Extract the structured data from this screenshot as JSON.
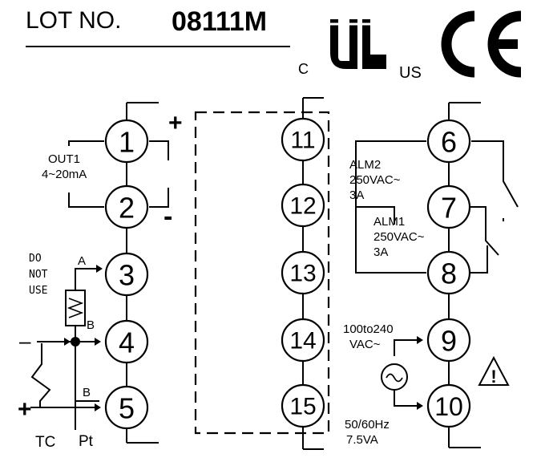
{
  "header": {
    "lot_label": "LOT NO.",
    "lot_number": "08111M",
    "ul_c": "C",
    "ul_us": "US",
    "ce_mark": "CE"
  },
  "terminals": {
    "t1": "1",
    "t2": "2",
    "t3": "3",
    "t4": "4",
    "t5": "5",
    "t6": "6",
    "t7": "7",
    "t8": "8",
    "t9": "9",
    "t10": "10",
    "t11": "11",
    "t12": "12",
    "t13": "13",
    "t14": "14",
    "t15": "15"
  },
  "left": {
    "plus": "+",
    "minus": "-",
    "out1_line1": "OUT1",
    "out1_line2": "4~20mA",
    "do_not_use_1": "DO",
    "do_not_use_2": "NOT",
    "do_not_use_3": "USE",
    "pin_a": "A",
    "pin_b1": "B",
    "pin_b2": "B",
    "tc_minus": "–",
    "tc_plus": "+",
    "tc_label": "TC",
    "pt_label": "Pt"
  },
  "right": {
    "alm2_1": "ALM2",
    "alm2_2": "250VAC~",
    "alm2_3": "3A",
    "alm1_1": "ALM1",
    "alm1_2": "250VAC~",
    "alm1_3": "3A",
    "power_1": "100to240",
    "power_2": "VAC~",
    "freq_1": "50/60Hz",
    "freq_2": "7.5VA",
    "warning_glyph": "!"
  }
}
